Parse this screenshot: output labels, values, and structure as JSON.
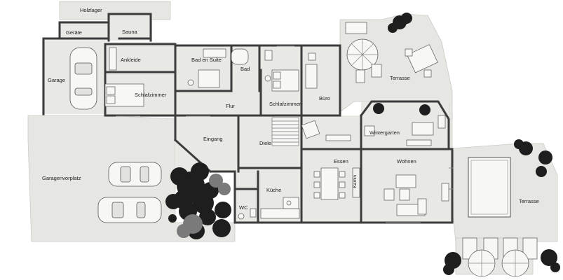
{
  "rooms": {
    "holzlager": "Holzlager",
    "geraete": "Geräte",
    "sauna": "Sauna",
    "garage": "Garage",
    "ankleide": "Ankleide",
    "bad_en_suite": "Bad en Suite",
    "bad": "Bad",
    "schlafzimmer_1": "Schlafzimmer",
    "schlafzimmer_2": "Schlafzimmer",
    "buero": "Büro",
    "flur": "Flur",
    "eingang": "Eingang",
    "diele": "Diele",
    "wintergarten": "Wintergarten",
    "terrasse_top": "Terrasse",
    "essen": "Essen",
    "wohnen": "Wohnen",
    "kamin": "Kamin",
    "kueche": "Küche",
    "wc": "WC",
    "garagenvorplatz": "Garagenvorplatz",
    "terrasse_right": "Terrasse"
  },
  "colors": {
    "floor": "#e8e9e4",
    "ground": "#e6e7e2",
    "wall": "#3c3c3c",
    "furniture": "#f7f7f5",
    "tree_dark": "#1e1e1e"
  }
}
